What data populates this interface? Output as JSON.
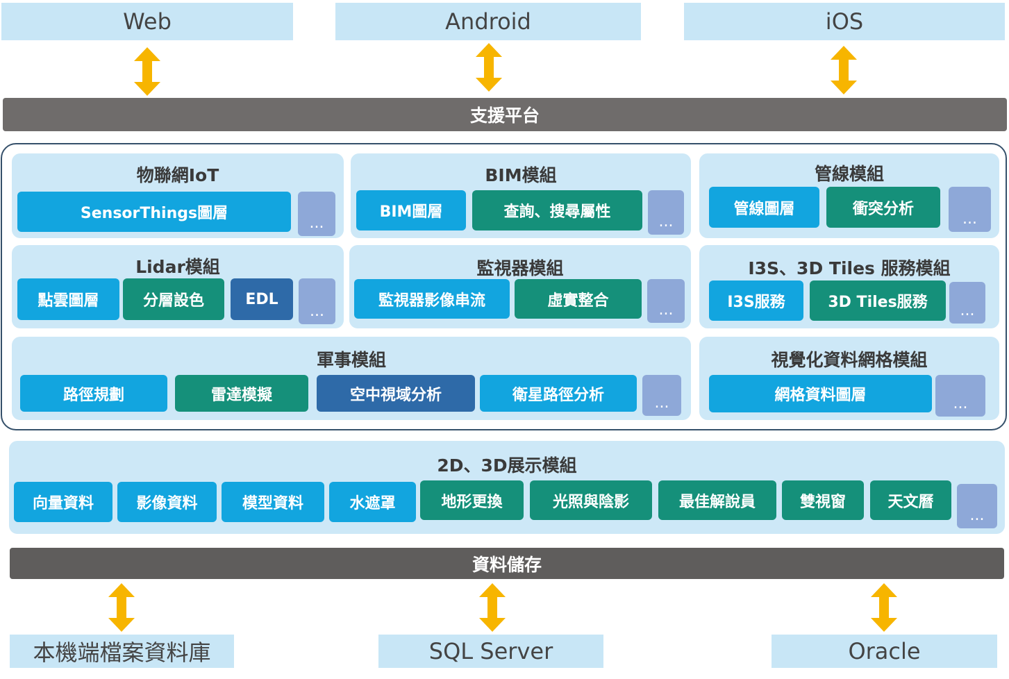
{
  "clients": {
    "web": "Web",
    "android": "Android",
    "ios": "iOS"
  },
  "platform_bar": "支援平台",
  "modules": {
    "iot": {
      "title": "物聯網IoT",
      "items": [
        "SensorThings圖層",
        "..."
      ]
    },
    "bim": {
      "title": "BIM模組",
      "items": [
        "BIM圖層",
        "查詢、搜尋屬性",
        "..."
      ]
    },
    "pipeline": {
      "title": "管線模組",
      "items": [
        "管線圖層",
        "衝突分析",
        "..."
      ]
    },
    "lidar": {
      "title": "Lidar模組",
      "items": [
        "點雲圖層",
        "分層設色",
        "EDL",
        "..."
      ]
    },
    "surveillance": {
      "title": "監視器模組",
      "items": [
        "監視器影像串流",
        "虛實整合",
        "..."
      ]
    },
    "i3s": {
      "title": "I3S、3D Tiles 服務模組",
      "items": [
        "I3S服務",
        "3D Tiles服務",
        "..."
      ]
    },
    "military": {
      "title": "軍事模組",
      "items": [
        "路徑規劃",
        "雷達模擬",
        "空中視域分析",
        "衛星路徑分析",
        "..."
      ]
    },
    "grid": {
      "title": "視覺化資料網格模組",
      "items": [
        "網格資料圖層",
        "..."
      ]
    }
  },
  "display_module": {
    "title": "2D、3D展示模組",
    "items": [
      "向量資料",
      "影像資料",
      "模型資料",
      "水遮罩",
      "地形更換",
      "光照與陰影",
      "最佳解說員",
      "雙視窗",
      "天文曆",
      "..."
    ]
  },
  "storage_bar": "資料儲存",
  "storage": {
    "local": "本機端檔案資料庫",
    "sql": "SQL Server",
    "oracle": "Oracle"
  },
  "colors": {
    "arrow": "#f7b500",
    "chip_blue": "#12a5df",
    "chip_green": "#15907a",
    "chip_navy": "#2e6aa8",
    "chip_more": "#8ea8d8"
  }
}
